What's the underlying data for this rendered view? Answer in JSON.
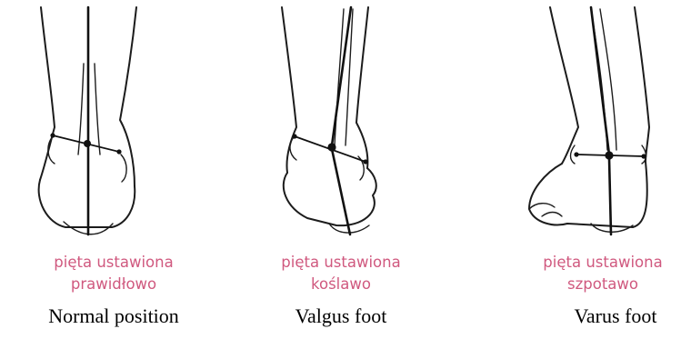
{
  "panels": [
    {
      "pl_line1": "pięta ustawiona",
      "pl_line2": "prawidłowo",
      "en": "Normal position"
    },
    {
      "pl_line1": "pięta ustawiona",
      "pl_line2": "koślawo",
      "en": "Valgus foot"
    },
    {
      "pl_line1": "pięta ustawiona",
      "pl_line2": "szpotawo",
      "en": "Varus foot"
    }
  ],
  "colors": {
    "polish_label": "#d0597f",
    "english_label": "#000000",
    "drawing": "#1c1c1c"
  }
}
